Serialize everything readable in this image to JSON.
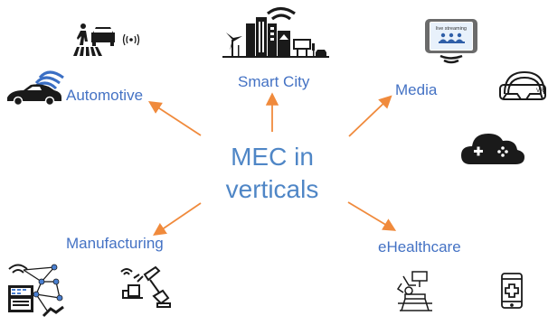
{
  "center": {
    "line1": "MEC in",
    "line2": "verticals"
  },
  "verticals": {
    "automotive": "Automotive",
    "smart_city": "Smart City",
    "media": "Media",
    "manufacturing": "Manufacturing",
    "ehealthcare": "eHealthcare"
  },
  "media_icon_text": "live streaming",
  "colors": {
    "arrow": "#F08A3C",
    "label": "#4472C4",
    "icon": "#1a1a1a",
    "accent": "#3b6fc4"
  },
  "icons": [
    "pedestrian-crossing-icon",
    "connected-car-icon",
    "smart-city-skyline-icon",
    "live-streaming-tablet-icon",
    "vr-headset-icon",
    "cloud-gaming-icon",
    "smart-factory-network-icon",
    "robot-arm-icon",
    "surgical-robot-icon",
    "health-smartphone-icon"
  ]
}
